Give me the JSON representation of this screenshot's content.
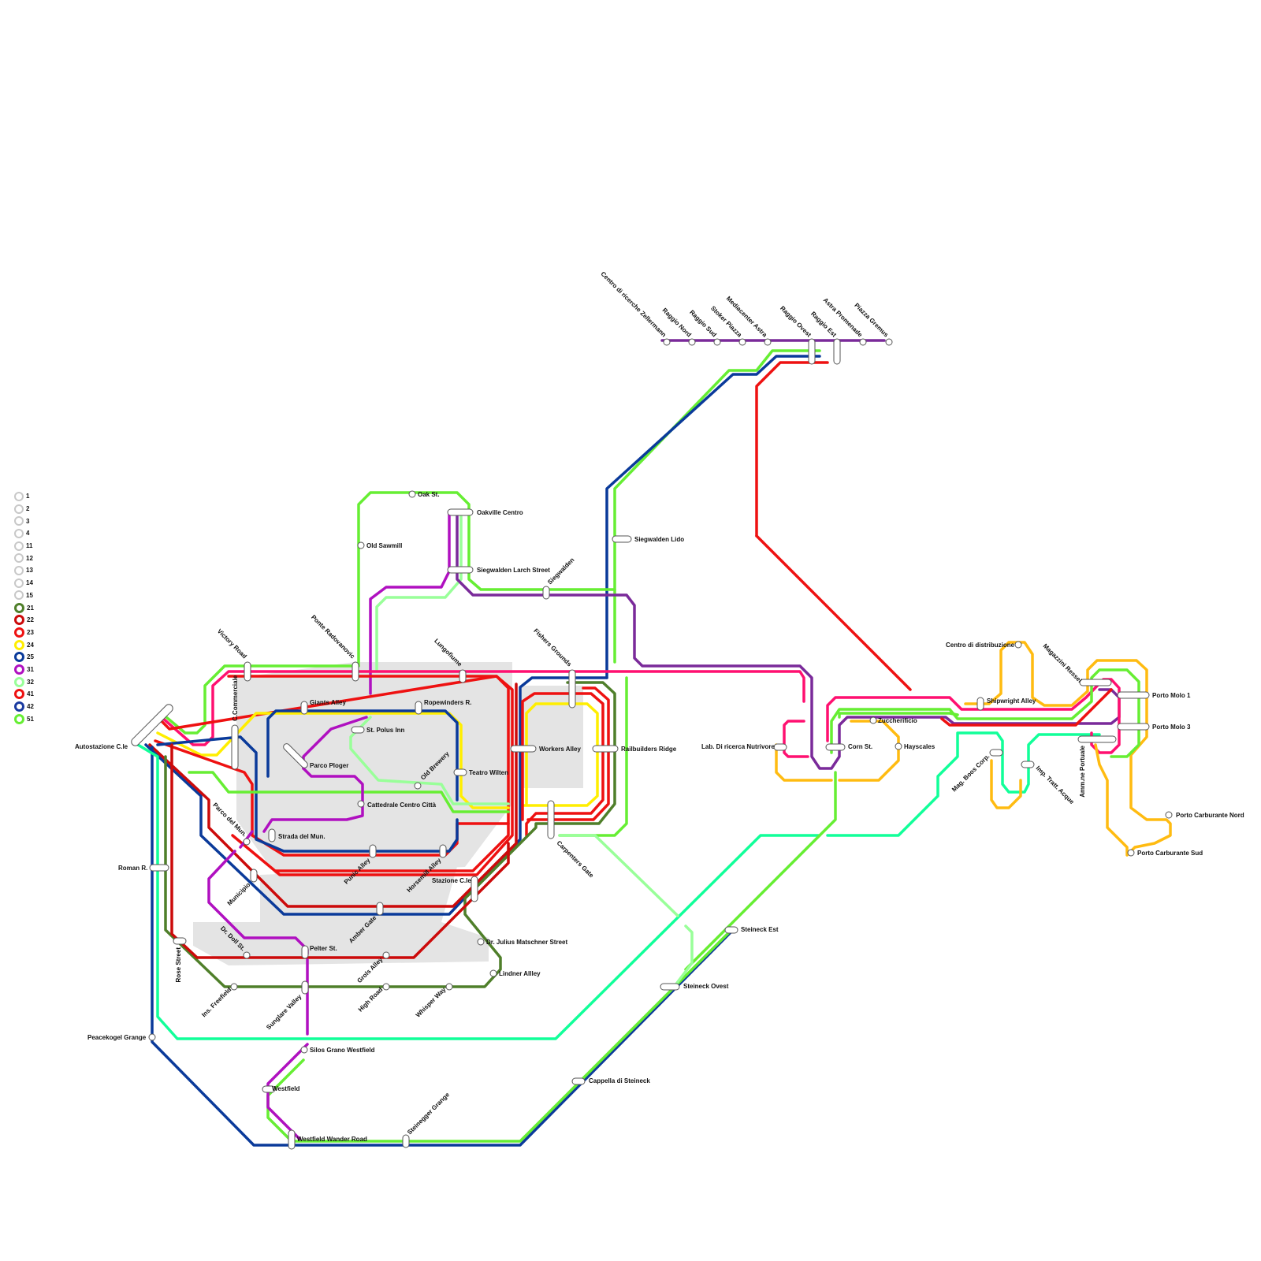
{
  "legend": [
    {
      "label": "1",
      "color": "#c8c8c8"
    },
    {
      "label": "2",
      "color": "#c8c8c8"
    },
    {
      "label": "3",
      "color": "#c8c8c8"
    },
    {
      "label": "4",
      "color": "#c8c8c8"
    },
    {
      "label": "11",
      "color": "#c8c8c8"
    },
    {
      "label": "12",
      "color": "#c8c8c8"
    },
    {
      "label": "13",
      "color": "#c8c8c8"
    },
    {
      "label": "14",
      "color": "#c8c8c8"
    },
    {
      "label": "15",
      "color": "#c8c8c8"
    },
    {
      "label": "21",
      "color": "#4f7f2a"
    },
    {
      "label": "22",
      "color": "#cc0a0a"
    },
    {
      "label": "23",
      "color": "#ee1111"
    },
    {
      "label": "24",
      "color": "#ffee00"
    },
    {
      "label": "25",
      "color": "#0a3a9a"
    },
    {
      "label": "31",
      "color": "#b010c0"
    },
    {
      "label": "32",
      "color": "#99ff99"
    },
    {
      "label": "41",
      "color": "#ee1111"
    },
    {
      "label": "42",
      "color": "#1a3aa0"
    },
    {
      "label": "51",
      "color": "#66ee33"
    }
  ],
  "stations": {
    "centro_ricerche": "Centro di ricerche Zellermann",
    "raggio_nord": "Raggio Nord",
    "raggio_sud": "Raggio Sud",
    "stoker_piazza": "Stoker Piazza",
    "mediacenter_astra": "Mediacenter Astra",
    "raggio_ovest": "Raggio Ovest",
    "raggio_est": "Raggio Est",
    "astra_promenade": "Astra Promenade",
    "piazza_gremus": "Piazza Gremus",
    "oak_st": "Oak St.",
    "oakville_centro": "Oakville Centro",
    "old_sawmill": "Old Sawmill",
    "siegwalden_lido": "Siegwalden Lido",
    "siegwalden_larch": "Siegwalden Larch Street",
    "siegwalden": "Siegwalden",
    "victory_road": "Victory Road",
    "ponte_radovanovic": "Ponte Radovanovic",
    "lungofiume": "Lungofiume",
    "fishers_grounds": "Fishers Grounds",
    "c_commerciale": "C.Commerciale",
    "giants_alley": "Giants Alley",
    "ropewinders": "Ropewinders R.",
    "st_polus": "St. Polus Inn",
    "autostazione": "Autostazione C.le",
    "parco_ploger": "Parco Ploger",
    "workers_alley": "Workers Alley",
    "railbuilders": "Railbuilders Ridge",
    "old_brewery": "Old Brewery",
    "teatro_wilten": "Teatro Wilten",
    "cattedrale": "Cattedrale Centro Città",
    "parco_mun": "Parco del Mun.",
    "strada_mun": "Strada del Mun.",
    "roman_r": "Roman R.",
    "punic_alley": "Punic Alley",
    "horsemill": "Horsemill Alley",
    "carpenters_gate": "Carpenters Gate",
    "municipio": "Municipio",
    "stazione_cle": "Stazione C.le",
    "amber_gate": "Amber Gate",
    "dr_doll": "Dr. Doll St.",
    "pelter": "Pelter St.",
    "dr_julius": "Dr. Julius Matschner Street",
    "rose_street": "Rose Street",
    "grols_alley": "Grols Alley",
    "lindner": "Lindner Allley",
    "ins_freefield": "Ins. Freefield",
    "sunglare": "Sunglare Valley",
    "high_road": "High Road",
    "whisper_way": "Whisper Way",
    "peacekogel": "Peacekogel Grange",
    "silos_grano": "Silos Grano Westfield",
    "westfield": "Westfield",
    "westfield_wander": "Westfield Wander Road",
    "steinegger": "Steinegger Grange",
    "cappella": "Cappella di Steineck",
    "steineck_ovest": "Steineck Ovest",
    "steineck_est": "Steineck Est",
    "lab_ricerca": "Lab. Di ricerca Nutrivore",
    "corn_st": "Corn St.",
    "zuccherificio": "Zuccherificio",
    "hayscales": "Hayscales",
    "centro_distribuzione": "Centro di distribuzione",
    "shipwright": "Shipwright Alley",
    "magazzini": "Magazzini Ressel",
    "porto_molo1": "Porto Molo 1",
    "porto_molo3": "Porto Molo 3",
    "amm_portuale": "Amm.ne Portuale",
    "mag_boos": "Mag. Boos Corp.",
    "imp_tratt": "Imp. Tratt. Acque",
    "porto_carb_nord": "Porto Carburante Nord",
    "porto_carb_sud": "Porto Carburante Sud"
  },
  "colors": {
    "green": "#66ee33",
    "dark_green": "#4f7f2a",
    "red": "#ee1111",
    "dark_red": "#cc0a0a",
    "blue": "#0a3a9a",
    "purple": "#7a2a9a",
    "magenta": "#b010c0",
    "pink": "#ff1070",
    "yellow": "#ffee00",
    "orange": "#ffbb11",
    "light_green": "#99ff99",
    "teal": "#11ff99",
    "district": "#e4e4e4"
  }
}
